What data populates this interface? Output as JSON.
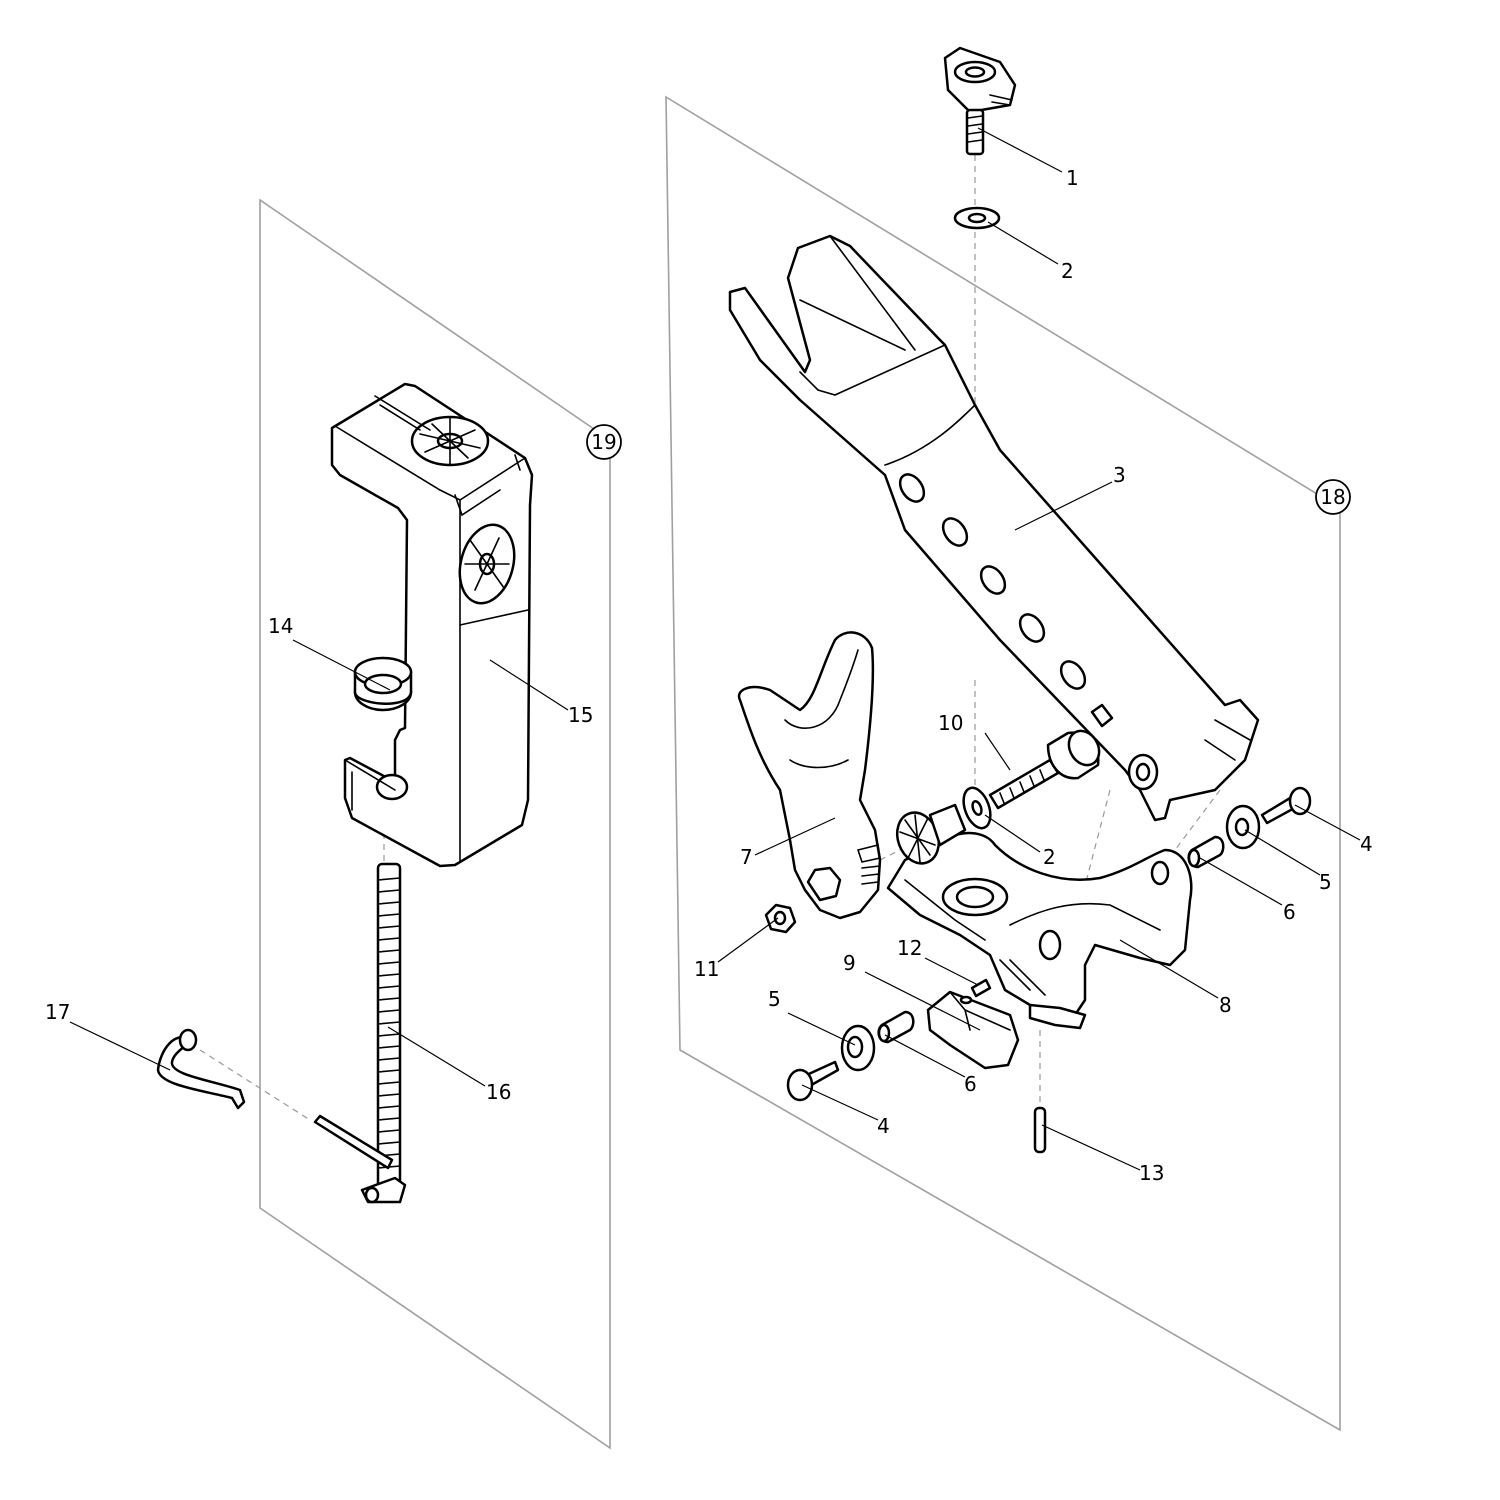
{
  "diagram": {
    "type": "exploded-parts-diagram",
    "line_color": "#000000",
    "panel_color": "#a0a0a0",
    "background": "#ffffff"
  },
  "callouts": {
    "c1": "1",
    "c2a": "2",
    "c2b": "2",
    "c3": "3",
    "c4a": "4",
    "c4b": "4",
    "c5a": "5",
    "c5b": "5",
    "c6a": "6",
    "c6b": "6",
    "c7": "7",
    "c8": "8",
    "c9": "9",
    "c10": "10",
    "c11": "11",
    "c12": "12",
    "c13": "13",
    "c14": "14",
    "c15": "15",
    "c16": "16",
    "c17": "17",
    "c18": "18",
    "c19": "19"
  }
}
